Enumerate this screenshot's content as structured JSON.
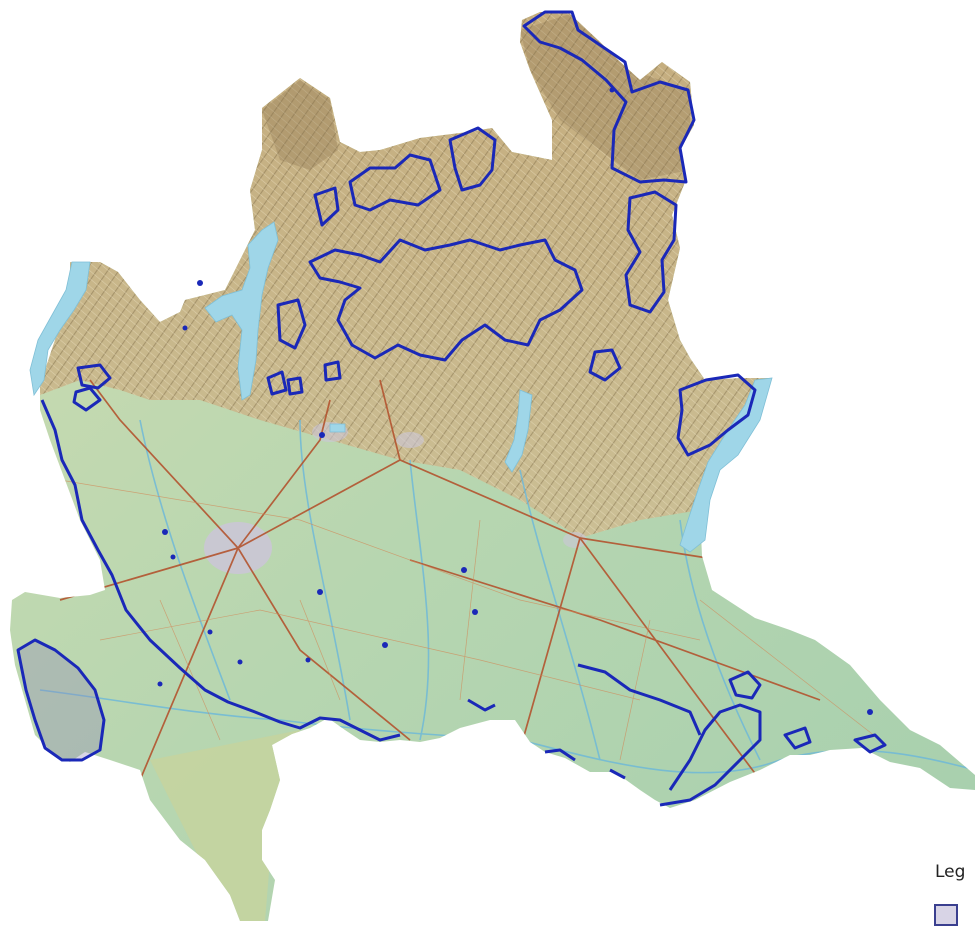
{
  "legend": {
    "title": "Leg"
  },
  "colors": {
    "mountain_relief": "#c9b78f",
    "mountain_shadow": "#8a7a5a",
    "plain": "#b9d7b2",
    "plain_dark": "#9ecaa4",
    "lake": "#9fd6e8",
    "protected_area_outline": "#1a28b8",
    "protected_area_fill": "#a8a0c8",
    "roads": "#b5532e",
    "city": "#c9c3d6"
  },
  "layers": [
    "terrain-relief",
    "lakes",
    "rivers",
    "roads",
    "urban-area",
    "protected-areas"
  ]
}
